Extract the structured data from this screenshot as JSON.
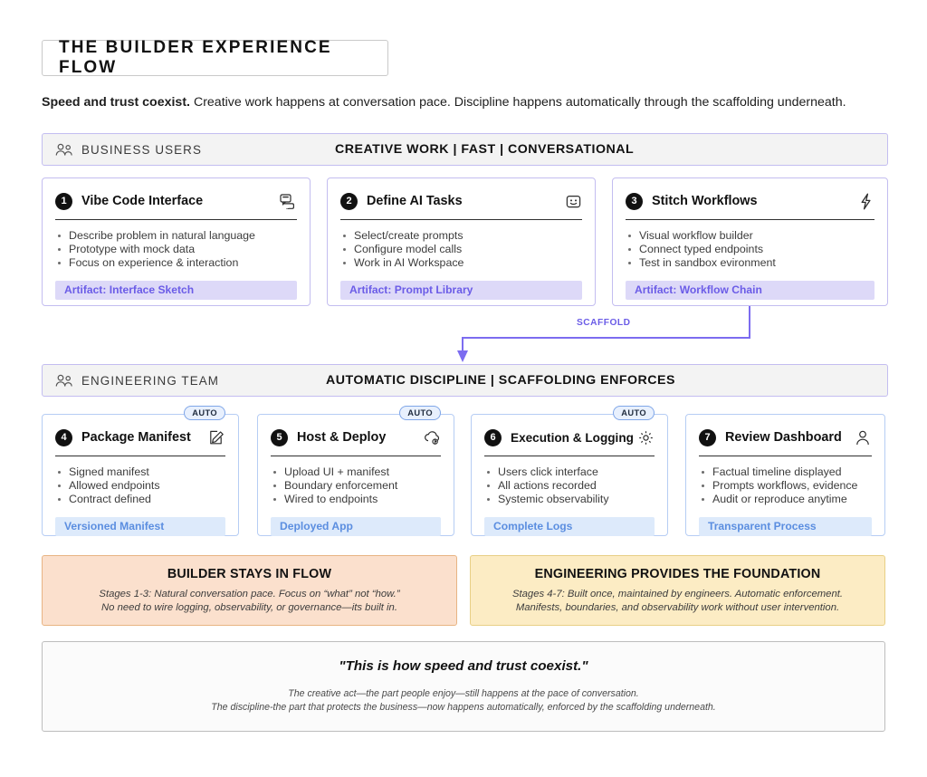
{
  "title": "THE BUILDER EXPERIENCE FLOW",
  "subtitle": {
    "lead": "Speed and trust coexist.",
    "rest": " Creative work happens at conversation pace. Discipline happens automatically through the scaffolding underneath."
  },
  "colors": {
    "purple_accent": "#6b5ce7",
    "purple_border": "#c3bdf0",
    "blue_accent": "#5b8ee0",
    "blue_border": "#b6cdf4",
    "band_bg": "#f3f3f3",
    "summary_left_bg": "#fbe0cd",
    "summary_right_bg": "#fcecc4",
    "badge_dark": "#111111"
  },
  "bands": [
    {
      "icon": "people-icon",
      "label": "BUSINESS USERS",
      "tagline": "CREATIVE WORK | FAST | CONVERSATIONAL"
    },
    {
      "icon": "people-icon",
      "label": "ENGINEERING TEAM",
      "tagline": "AUTOMATIC DISCIPLINE | SCAFFOLDING ENFORCES"
    }
  ],
  "connector": {
    "label": "SCAFFOLD"
  },
  "business_cards": [
    {
      "number": "1",
      "title": "Vibe Code Interface",
      "icon": "chat-bubbles-icon",
      "bullets": [
        "Describe problem in natural language",
        "Prototype with mock data",
        "Focus on experience & interaction"
      ],
      "artifact": "Artifact: Interface Sketch"
    },
    {
      "number": "2",
      "title": "Define AI Tasks",
      "icon": "robot-face-icon",
      "bullets": [
        "Select/create prompts",
        "Configure model calls",
        "Work in AI Workspace"
      ],
      "artifact": "Artifact: Prompt Library"
    },
    {
      "number": "3",
      "title": "Stitch Workflows",
      "icon": "lightning-bolt-icon",
      "bullets": [
        "Visual workflow builder",
        "Connect typed endpoints",
        "Test in sandbox evironment"
      ],
      "artifact": "Artifact: Workflow Chain"
    }
  ],
  "engineering_cards": [
    {
      "number": "4",
      "title": "Package Manifest",
      "icon": "edit-document-icon",
      "auto_badge": "AUTO",
      "bullets": [
        "Signed manifest",
        "Allowed endpoints",
        "Contract defined"
      ],
      "artifact": "Versioned Manifest"
    },
    {
      "number": "5",
      "title": "Host & Deploy",
      "icon": "cloud-upload-icon",
      "auto_badge": "AUTO",
      "bullets": [
        "Upload UI + manifest",
        "Boundary enforcement",
        "Wired to endpoints"
      ],
      "artifact": "Deployed App"
    },
    {
      "number": "6",
      "title": "Execution & Logging",
      "icon": "gear-icon",
      "auto_badge": "AUTO",
      "bullets": [
        "Users click interface",
        "All actions recorded",
        "Systemic observability"
      ],
      "artifact": "Complete Logs"
    },
    {
      "number": "7",
      "title": "Review Dashboard",
      "icon": "user-person-icon",
      "auto_badge": "",
      "bullets": [
        "Factual timeline displayed",
        "Prompts workflows, evidence",
        "Audit or reproduce anytime"
      ],
      "artifact": "Transparent Process"
    }
  ],
  "summaries": [
    {
      "title": "BUILDER STAYS IN FLOW",
      "line1": "Stages 1-3: Natural conversation pace. Focus on “what” not “how.”",
      "line2": "No need to wire logging, observability, or governance—its built in."
    },
    {
      "title": "ENGINEERING PROVIDES THE FOUNDATION",
      "line1": "Stages 4-7: Built once, maintained by engineers. Automatic enforcement.",
      "line2": "Manifests, boundaries, and observability work without user intervention."
    }
  ],
  "quote": {
    "main": "\"This is how speed and trust coexist.\"",
    "line1": "The creative act—the part people enjoy—still happens at the pace of conversation.",
    "line2": "The discipline-the part that protects the business—now happens automatically, enforced by the scaffolding underneath."
  }
}
